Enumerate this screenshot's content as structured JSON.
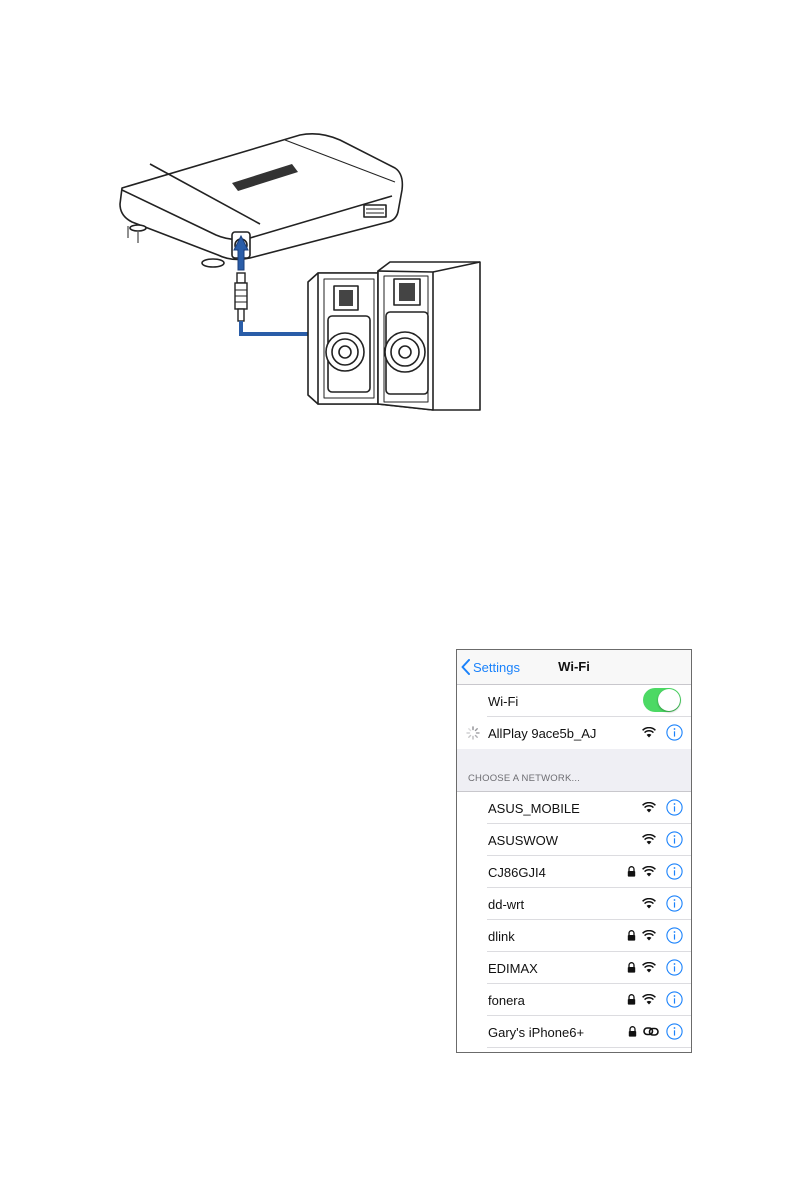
{
  "navbar": {
    "back_label": "Settings",
    "title": "Wi-Fi"
  },
  "wifi_toggle": {
    "label": "Wi-Fi",
    "on": true
  },
  "current_network": {
    "name": "AllPlay 9ace5b_AJ",
    "connecting": true,
    "secured": false
  },
  "section_header": "CHOOSE A NETWORK...",
  "networks": [
    {
      "name": "ASUS_MOBILE",
      "secured": false,
      "icon": "wifi-icon"
    },
    {
      "name": "ASUSWOW",
      "secured": false,
      "icon": "wifi-icon"
    },
    {
      "name": "CJ86GJI4",
      "secured": true,
      "icon": "wifi-icon"
    },
    {
      "name": "dd-wrt",
      "secured": false,
      "icon": "wifi-icon"
    },
    {
      "name": "dlink",
      "secured": true,
      "icon": "wifi-icon"
    },
    {
      "name": "EDIMAX",
      "secured": true,
      "icon": "wifi-icon"
    },
    {
      "name": "fonera",
      "secured": true,
      "icon": "wifi-icon"
    },
    {
      "name": "Gary's iPhone6+",
      "secured": true,
      "icon": "personal-hotspot-icon"
    }
  ],
  "colors": {
    "accent": "#1a82fb",
    "toggle_on": "#4cd964",
    "cable": "#2a5da8"
  }
}
